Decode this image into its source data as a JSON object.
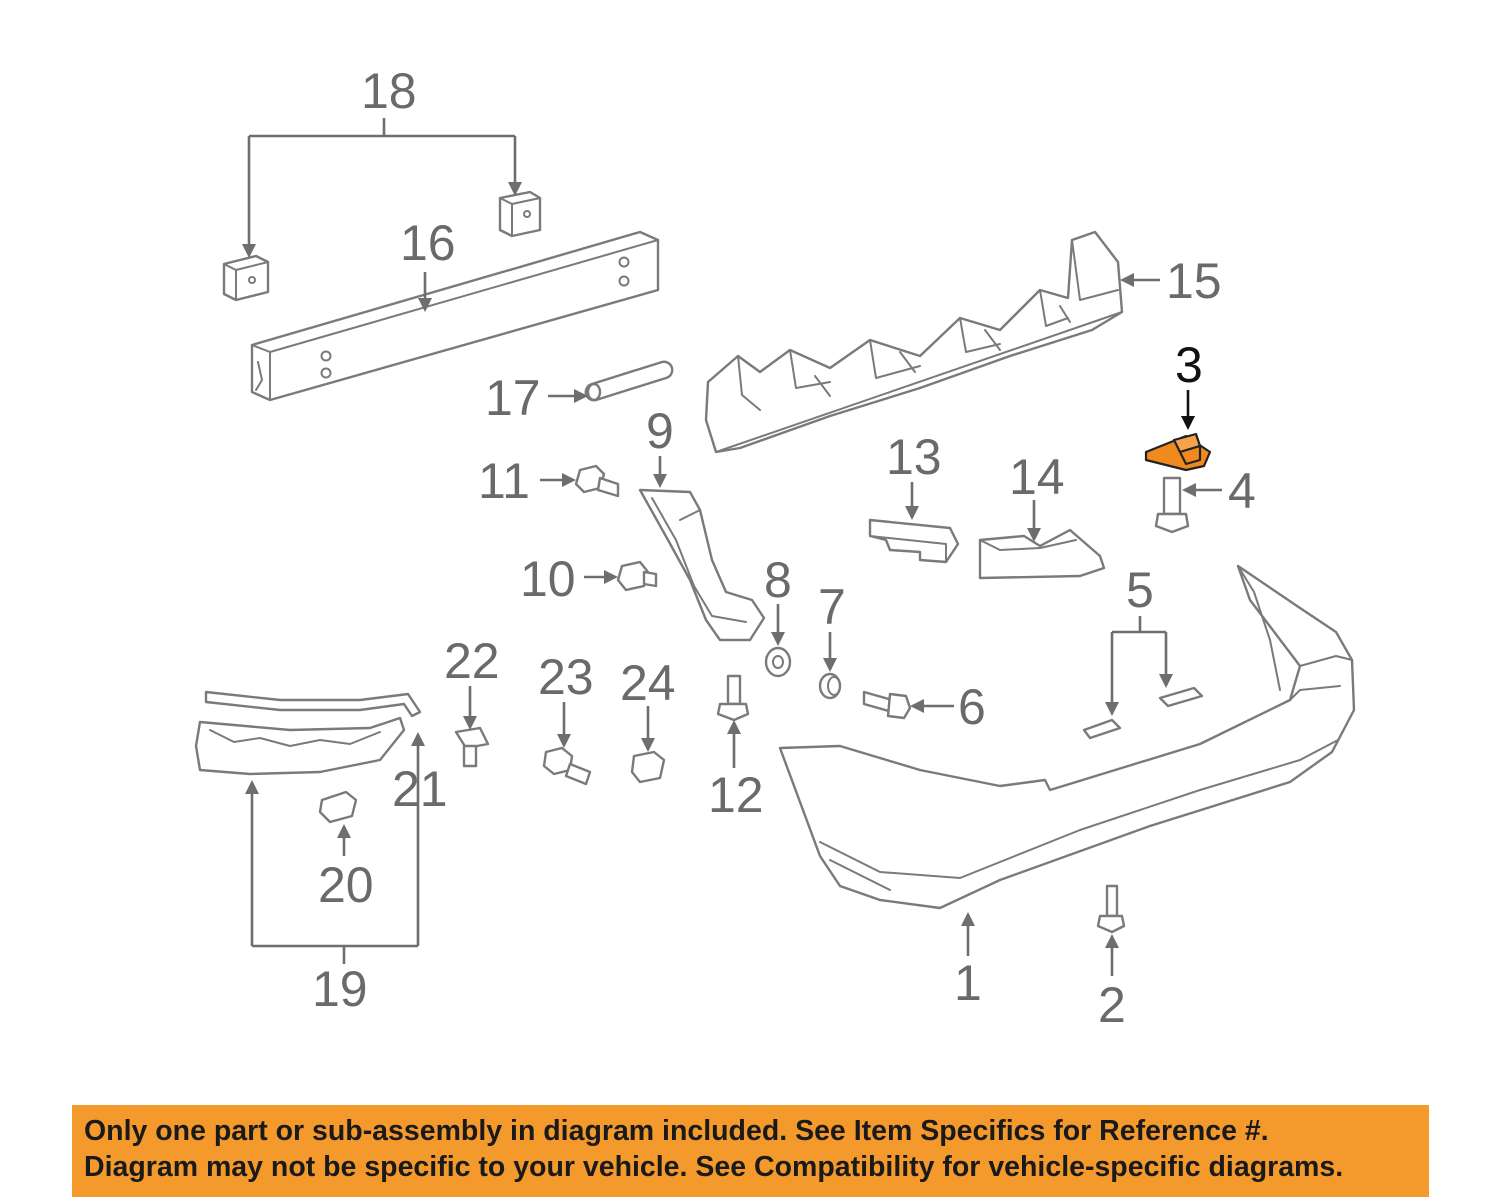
{
  "diagram": {
    "callouts": [
      "1",
      "2",
      "3",
      "4",
      "5",
      "6",
      "7",
      "8",
      "9",
      "10",
      "11",
      "12",
      "13",
      "14",
      "15",
      "16",
      "17",
      "18",
      "19",
      "20",
      "21",
      "22",
      "23",
      "24"
    ],
    "highlighted_callout": "3",
    "highlight_color": "#f08a1e"
  },
  "banner": {
    "line1": "Only one part or sub-assembly in diagram included. See Item Specifics for Reference #.",
    "line2": "Diagram may not be specific to your vehicle. See Compatibility for vehicle-specific diagrams.",
    "background_color": "#f49a2c"
  }
}
